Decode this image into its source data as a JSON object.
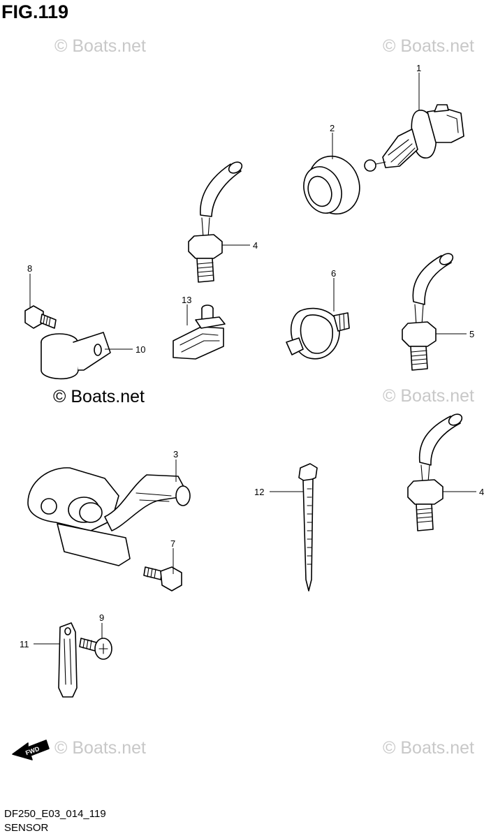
{
  "figure": {
    "title": "FIG.119",
    "code": "DF250_E03_014_119",
    "name": "SENSOR"
  },
  "watermarks": {
    "light": "© Boats.net",
    "dark": "© Boats.net"
  },
  "fwd_label": "FWD",
  "callouts": [
    "1",
    "2",
    "3",
    "4",
    "4",
    "5",
    "6",
    "7",
    "8",
    "9",
    "10",
    "11",
    "12",
    "13"
  ]
}
